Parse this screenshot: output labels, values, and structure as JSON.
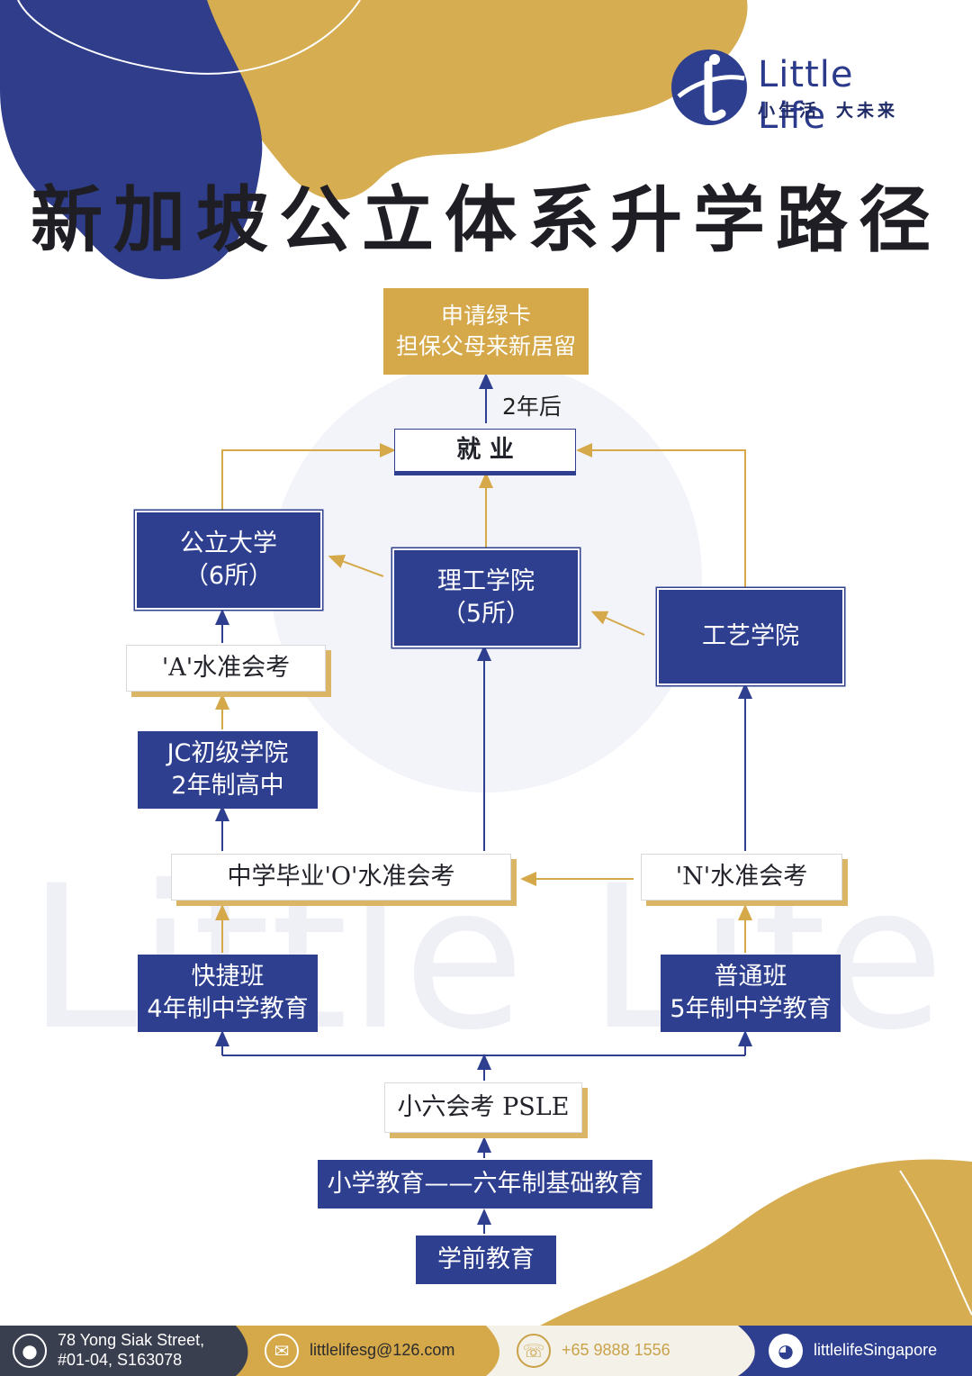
{
  "brand": {
    "name": "Little Life",
    "slogan_left": "小生活",
    "slogan_right": "大未来",
    "colors": {
      "navy": "#2e3f8f",
      "gold": "#d5a84a",
      "dark_navy": "#223275"
    }
  },
  "title": "新加坡公立体系升学路径",
  "nodes": {
    "green_card": {
      "line1": "申请绿卡",
      "line2": "担保父母来新居留"
    },
    "after_two_years": "2年后",
    "employment": "就 业",
    "university": {
      "line1": "公立大学",
      "line2": "（6所）"
    },
    "polytechnic": {
      "line1": "理工学院",
      "line2": "（5所）"
    },
    "ite": "工艺学院",
    "a_level": "'A'水准会考",
    "jc": {
      "line1": "JC初级学院",
      "line2": "2年制高中"
    },
    "o_level": "中学毕业'O'水准会考",
    "n_level": "'N'水准会考",
    "express": {
      "line1": "快捷班",
      "line2": "4年制中学教育"
    },
    "normal": {
      "line1": "普通班",
      "line2": "5年制中学教育"
    },
    "psle": "小六会考 PSLE",
    "primary": "小学教育——六年制基础教育",
    "preschool": "学前教育"
  },
  "footer": {
    "address_line1": "78 Yong Siak Street,",
    "address_line2": "#01-04, S163078",
    "email": "littlelifesg@126.com",
    "phone": "+65 9888 1556",
    "wechat": "littlelifeSingapore",
    "icons": [
      "location-pin-icon",
      "mail-icon",
      "whatsapp-icon",
      "wechat-icon"
    ]
  }
}
